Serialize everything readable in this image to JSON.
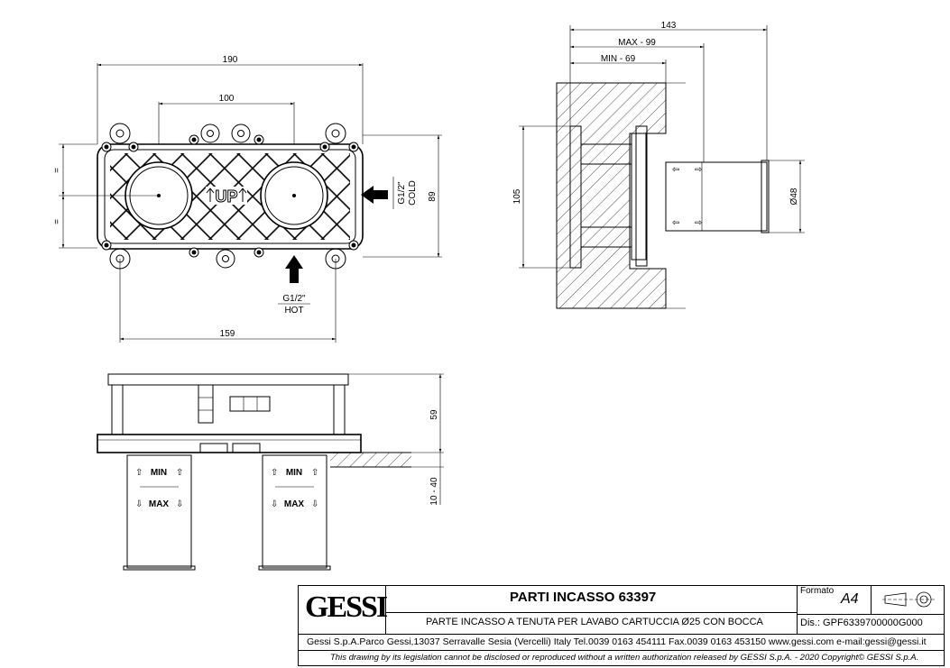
{
  "dimensions": {
    "width_190": "190",
    "center_100": "100",
    "height_89": "89",
    "bottom_159": "159",
    "side_143": "143",
    "max_99": "MAX - 99",
    "min_69": "MIN - 69",
    "height_105": "105",
    "diam_48": "Ø48",
    "depth_59": "59",
    "range_10_40": "10 - 40",
    "eq_mark": "="
  },
  "labels": {
    "cold_size": "G1/2\"",
    "cold": "COLD",
    "hot_size": "G1/2\"",
    "hot": "HOT",
    "up": "UP",
    "min": "MIN",
    "max": "MAX"
  },
  "title_block": {
    "logo": "GESSI",
    "title": "PARTI INCASSO 63397",
    "subtitle": "PARTE INCASSO A TENUTA PER LAVABO CARTUCCIA Ø25 CON BOCCA",
    "formato_label": "Formato",
    "formato_value": "A4",
    "dis": "Dis.: GPF6339700000G000",
    "address": "Gessi S.p.A.Parco Gessi,13037 Serravalle Sesia (Vercelli) Italy Tel.0039 0163 454111 Fax.0039 0163 453150 www.gessi.com e-mail:gessi@gessi.it",
    "disclaimer": "This drawing by its legislation cannot be disclosed or reproduced without a written authorization released by GESSI S.p.A. - 2020 Copyright© GESSI S.p.A."
  }
}
